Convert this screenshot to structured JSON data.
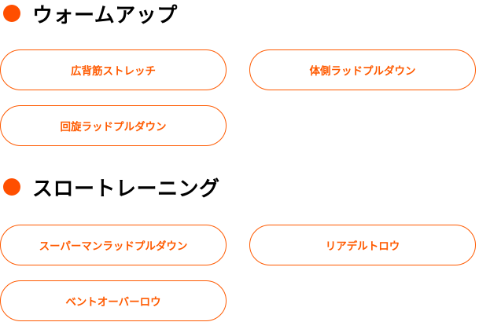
{
  "accent_color": "#ff5a00",
  "sections": [
    {
      "title": "ウォームアップ",
      "items": [
        {
          "label": "広背筋ストレッチ"
        },
        {
          "label": "体側ラッドプルダウン"
        },
        {
          "label": "回旋ラッドプルダウン"
        }
      ]
    },
    {
      "title": "スロートレーニング",
      "items": [
        {
          "label": "スーパーマンラッドプルダウン"
        },
        {
          "label": "リアデルトロウ"
        },
        {
          "label": "ベントオーバーロウ"
        }
      ]
    }
  ]
}
